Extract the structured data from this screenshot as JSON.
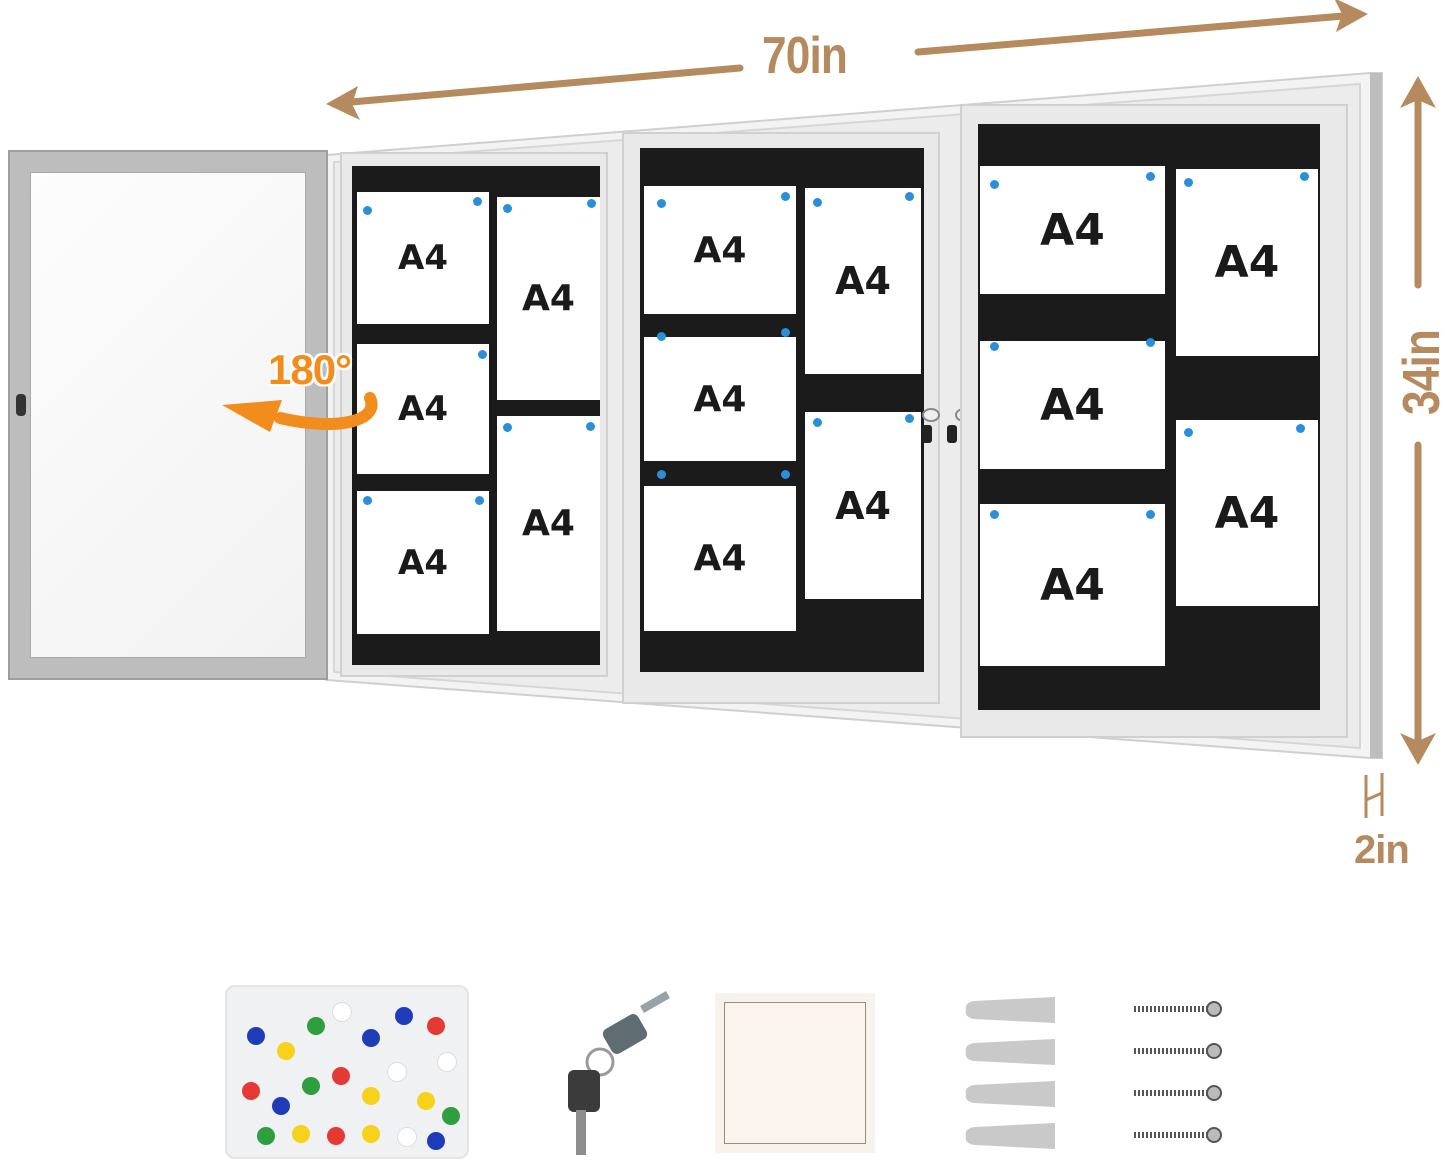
{
  "dimensions": {
    "width": "70in",
    "height": "34in",
    "depth": "2in",
    "arrow_color": "#b58a5e"
  },
  "door": {
    "rotation_label": "180°",
    "rotation_color": "#f28c1c"
  },
  "cabinet": {
    "sections": [
      {
        "name": "left",
        "papers": [
          "A4",
          "A4",
          "A4",
          "A4",
          "A4"
        ]
      },
      {
        "name": "middle",
        "papers": [
          "A4",
          "A4",
          "A4",
          "A4",
          "A4"
        ]
      },
      {
        "name": "right",
        "papers": [
          "A4",
          "A4",
          "A4",
          "A4",
          "A4"
        ]
      }
    ],
    "paper_label": "A4",
    "board_color": "#1b1b1b",
    "pin_color": "#2a8fd8"
  },
  "accessories": [
    {
      "name": "push-pins-box",
      "colors": [
        "#e53935",
        "#1e3cb8",
        "#2e9e3e",
        "#f6d21a",
        "#ffffff"
      ]
    },
    {
      "name": "keys"
    },
    {
      "name": "paper-sheet"
    },
    {
      "name": "wall-anchors",
      "count": 4
    },
    {
      "name": "screws",
      "count": 4
    }
  ]
}
